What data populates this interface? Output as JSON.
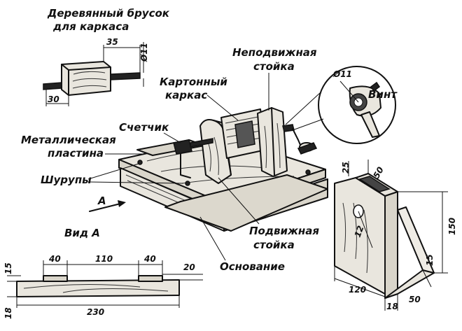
{
  "labels": {
    "bar_title_1": "Деревянный брусок",
    "bar_title_2": "для каркаса",
    "fixed_post_1": "Неподвижная",
    "fixed_post_2": "стойка",
    "frame_1": "Картонный",
    "frame_2": "каркас",
    "counter": "Счетчик",
    "plate_1": "Металлическая",
    "plate_2": "пластина",
    "screws": "Шурупы",
    "screw": "Винт",
    "arrow_a": "А",
    "view_a": "Вид А",
    "movable_post_1": "Подвижная",
    "movable_post_2": "стойка",
    "base": "Основание"
  },
  "dimensions": {
    "bar_length": "35",
    "bar_diameter": "Ø11",
    "bar_width": "30",
    "hole_diameter": "Ø11",
    "view_a_left": "40",
    "view_a_mid": "110",
    "view_a_right": "40",
    "view_a_height": "15",
    "view_a_side": "20",
    "view_a_total": "230",
    "view_a_thickness": "18",
    "post_top": "25",
    "post_depth": "50",
    "post_hole": "12",
    "post_height": "150",
    "post_foot": "15",
    "post_width": "120",
    "post_thick": "18",
    "post_base_depth": "50"
  }
}
